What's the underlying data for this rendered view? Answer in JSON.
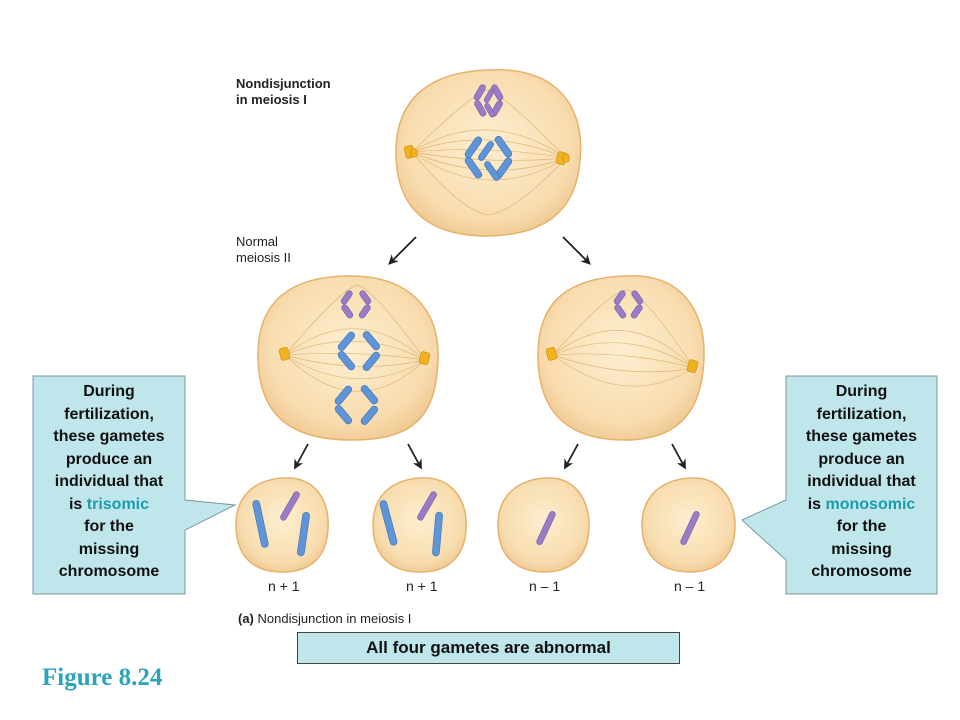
{
  "diagram": {
    "label_top": "Nondisjunction\nin meiosis I",
    "label_mid": "Normal\nmeiosis II",
    "gamete_labels": [
      "n + 1",
      "n + 1",
      "n – 1",
      "n – 1"
    ],
    "caption_part": "(a)",
    "caption_text": "Nondisjunction in meiosis I",
    "colors": {
      "cell_fill": "#f8dcae",
      "cell_edge": "#e9b874",
      "purple": "#9a7cc6",
      "blue": "#5d95d8",
      "centrosome": "#f0b21e",
      "callout": "#bfe6ea",
      "highlight": "#1c9bb0"
    }
  },
  "callouts": {
    "left": {
      "lines": [
        "During",
        "fertilization,",
        "these gametes",
        "produce an",
        "individual that"
      ],
      "prefix": "is ",
      "highlight": "trisomic",
      "tail": [
        "for the",
        "missing",
        "chromosome"
      ]
    },
    "right": {
      "lines": [
        "During",
        "fertilization,",
        "these gametes",
        "produce an",
        "individual that"
      ],
      "prefix": "is ",
      "highlight": "monosomic",
      "tail": [
        "for the",
        "missing",
        "chromosome"
      ]
    }
  },
  "banner": "All four gametes are abnormal",
  "figure_label": "Figure 8.24"
}
